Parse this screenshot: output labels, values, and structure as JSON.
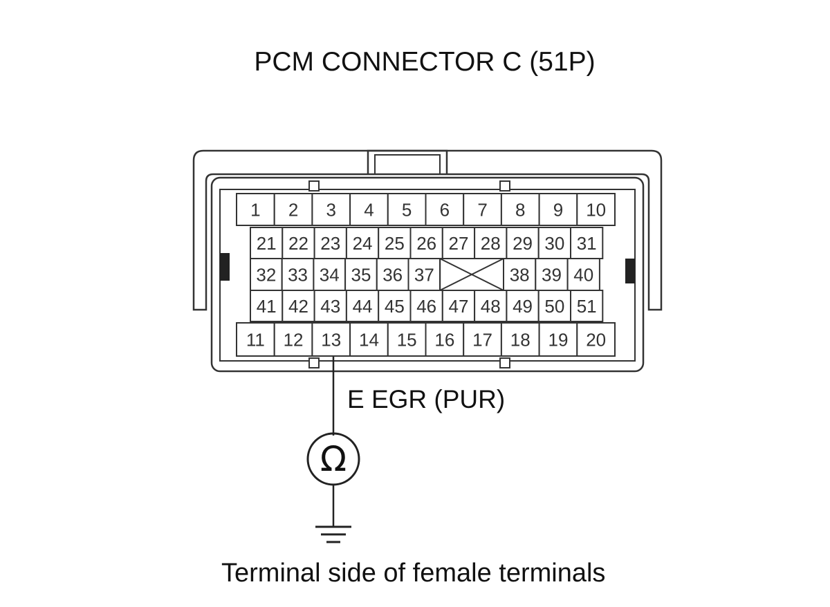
{
  "title": "PCM CONNECTOR C (51P)",
  "wire_label": "E EGR (PUR)",
  "caption": "Terminal side of female terminals",
  "meter_symbol": "Ω",
  "meter_icon": "ohmmeter-icon",
  "ground_icon": "ground-icon",
  "probe_terminal": "13",
  "rows": {
    "row1": [
      "1",
      "2",
      "3",
      "4",
      "5",
      "6",
      "7",
      "8",
      "9",
      "10"
    ],
    "row2": [
      "21",
      "22",
      "23",
      "24",
      "25",
      "26",
      "27",
      "28",
      "29",
      "30",
      "31"
    ],
    "row3_left": [
      "32",
      "33",
      "34",
      "35",
      "36",
      "37"
    ],
    "row3_right": [
      "38",
      "39",
      "40"
    ],
    "row4": [
      "41",
      "42",
      "43",
      "44",
      "45",
      "46",
      "47",
      "48",
      "49",
      "50",
      "51"
    ],
    "row5": [
      "11",
      "12",
      "13",
      "14",
      "15",
      "16",
      "17",
      "18",
      "19",
      "20"
    ]
  },
  "colors": {
    "line": "#333333",
    "latch": "#222222"
  }
}
